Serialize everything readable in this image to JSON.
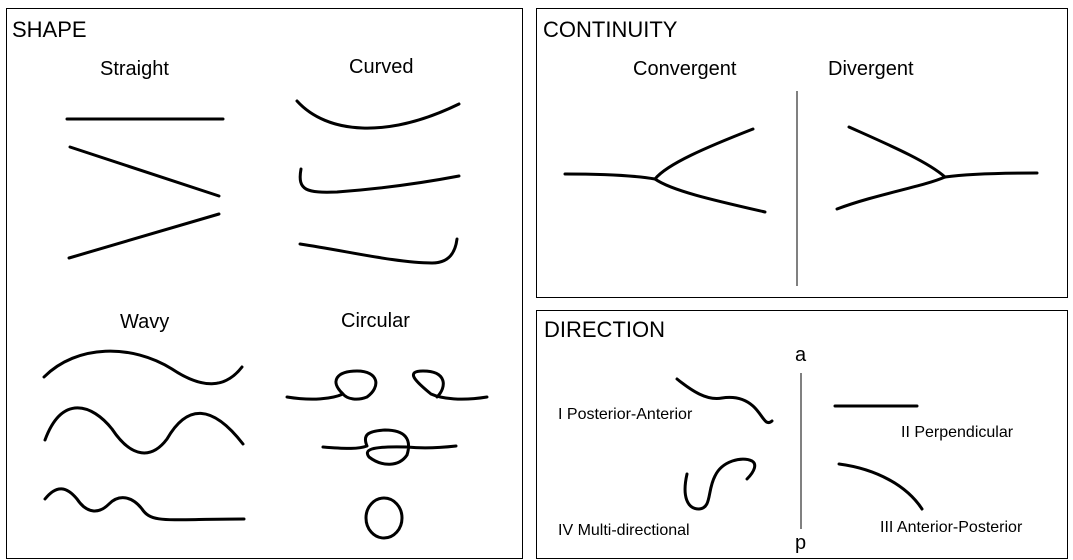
{
  "shape": {
    "title": "SHAPE",
    "straight": "Straight",
    "curved": "Curved",
    "wavy": "Wavy",
    "circular": "Circular"
  },
  "continuity": {
    "title": "CONTINUITY",
    "convergent": "Convergent",
    "divergent": "Divergent"
  },
  "direction": {
    "title": "DIRECTION",
    "axis_top": "a",
    "axis_bottom": "p",
    "posterior_anterior": "I  Posterior-Anterior",
    "perpendicular": "II  Perpendicular",
    "anterior_posterior": "III  Anterior-Posterior",
    "multi_directional": "IV  Multi-directional"
  }
}
